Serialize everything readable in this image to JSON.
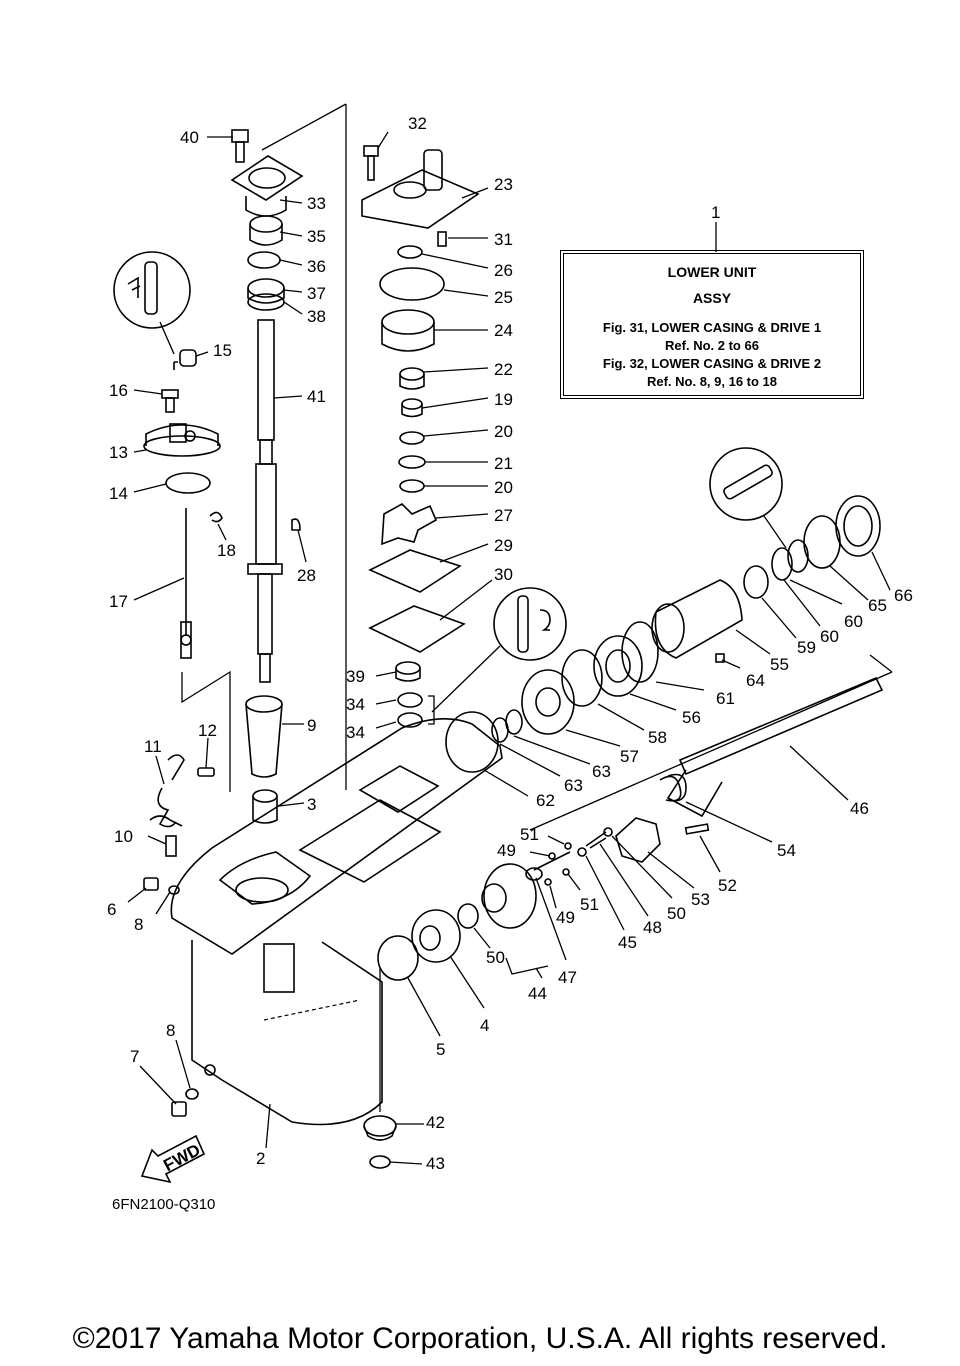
{
  "info_box": {
    "ref_number": "1",
    "title_line1": "LOWER UNIT",
    "title_line2": "ASSY",
    "fig31": "Fig. 31, LOWER CASING & DRIVE 1",
    "fig31_refs": "Ref. No. 2 to 66",
    "fig32": "Fig. 32, LOWER CASING & DRIVE 2",
    "fig32_refs": "Ref. No. 8, 9, 16 to 18"
  },
  "diagram_code": "6FN2100-Q310",
  "fwd_label": "FWD",
  "copyright": "©2017 Yamaha Motor Corporation, U.S.A. All rights reserved.",
  "part_numbers": [
    "40",
    "32",
    "33",
    "23",
    "35",
    "31",
    "36",
    "26",
    "37",
    "25",
    "38",
    "24",
    "15",
    "41",
    "22",
    "16",
    "19",
    "13",
    "20",
    "21",
    "14",
    "20",
    "27",
    "18",
    "28",
    "29",
    "17",
    "30",
    "66",
    "39",
    "60",
    "65",
    "34",
    "59",
    "60",
    "34",
    "9",
    "55",
    "64",
    "61",
    "56",
    "58",
    "12",
    "11",
    "57",
    "63",
    "3",
    "62",
    "63",
    "46",
    "10",
    "51",
    "49",
    "54",
    "6",
    "8",
    "52",
    "53",
    "50",
    "51",
    "48",
    "49",
    "45",
    "50",
    "44",
    "47",
    "4",
    "7",
    "5",
    "8",
    "42",
    "2",
    "43"
  ]
}
